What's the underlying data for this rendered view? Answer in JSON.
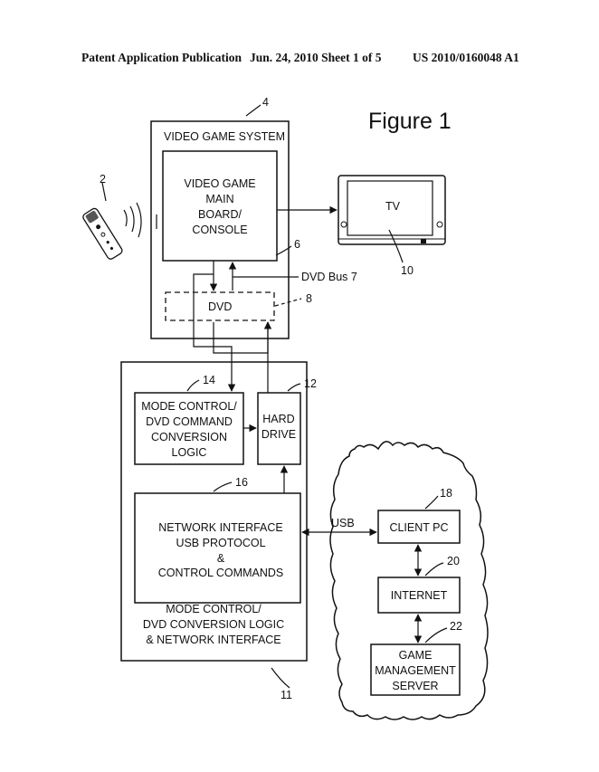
{
  "header": {
    "left": "Patent Application Publication",
    "middle": "Jun. 24, 2010  Sheet 1 of 5",
    "right": "US 2010/0160048 A1"
  },
  "figure_title": "Figure 1",
  "labels": {
    "video_game_system": "VIDEO GAME SYSTEM",
    "console_lines": [
      "VIDEO GAME",
      "MAIN",
      "BOARD/",
      "CONSOLE"
    ],
    "tv": "TV",
    "dvd_bus": "DVD Bus 7",
    "dvd": "DVD",
    "mode_control_lines": [
      "MODE CONTROL/",
      "DVD COMMAND",
      "CONVERSION",
      "LOGIC"
    ],
    "hard_drive_lines": [
      "HARD",
      "DRIVE"
    ],
    "network_lines": [
      "NETWORK INTERFACE",
      "USB PROTOCOL",
      "&",
      "CONTROL COMMANDS"
    ],
    "module_caption_lines": [
      "MODE CONTROL/",
      "DVD CONVERSION LOGIC",
      "& NETWORK INTERFACE"
    ],
    "usb": "USB",
    "client_pc": "CLIENT PC",
    "internet": "INTERNET",
    "server_lines": [
      "GAME",
      "MANAGEMENT",
      "SERVER"
    ]
  },
  "refs": {
    "r2": "2",
    "r4": "4",
    "r6": "6",
    "r8": "8",
    "r10": "10",
    "r11": "11",
    "r12": "12",
    "r14": "14",
    "r16": "16",
    "r18": "18",
    "r20": "20",
    "r22": "22"
  }
}
